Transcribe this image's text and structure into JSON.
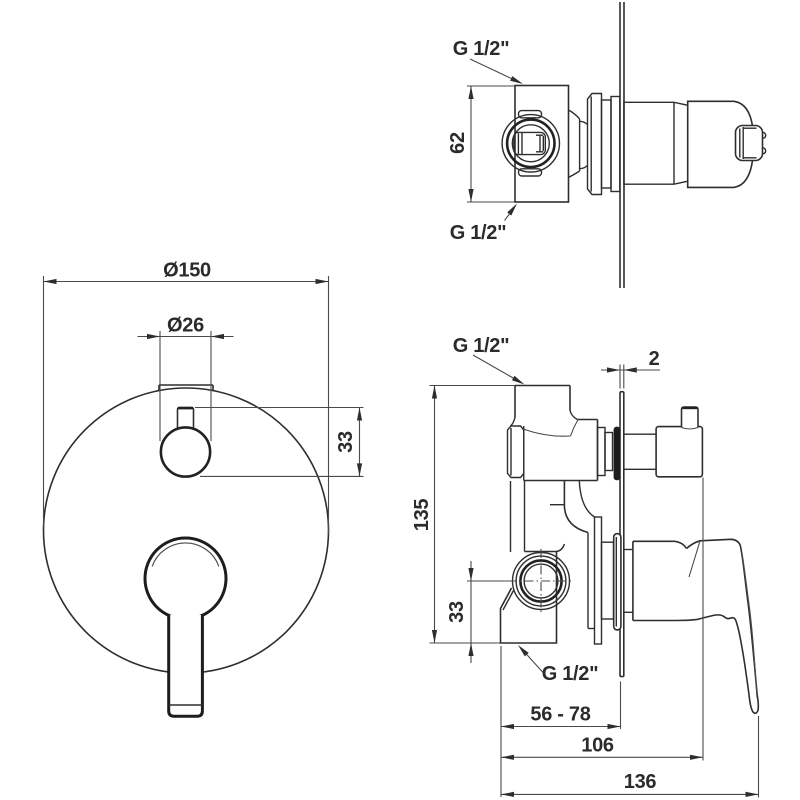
{
  "colors": {
    "background": "#ffffff",
    "line": "#2e2e2e"
  },
  "views": {
    "top": {
      "labels": {
        "port_top": "G 1/2\"",
        "port_bottom": "G 1/2\"",
        "body_height": "62"
      }
    },
    "front": {
      "labels": {
        "plate_diameter": "Ø150",
        "knob_diameter": "Ø26",
        "knob_offset": "33"
      }
    },
    "side": {
      "labels": {
        "port_top": "G 1/2\"",
        "port_bottom": "G 1/2\"",
        "plate_thickness": "2",
        "body_height": "135",
        "port_offset": "33",
        "wall_depth_range": "56 - 78",
        "depth_to_diverter": "106",
        "total_depth": "136"
      }
    }
  }
}
